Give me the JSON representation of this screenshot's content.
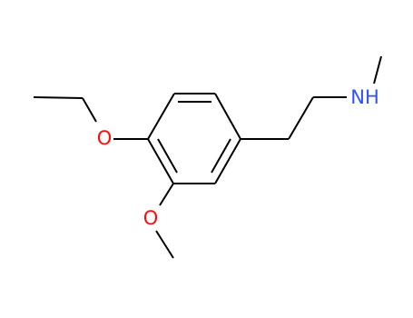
{
  "molecule": {
    "atoms": {
      "oxygen_ethoxy": "O",
      "oxygen_methoxy": "O",
      "nitrogen_amine": "NH"
    },
    "colors": {
      "bond": "#000000",
      "oxygen": "#ff0d0d",
      "nitrogen": "#3050f8"
    }
  }
}
